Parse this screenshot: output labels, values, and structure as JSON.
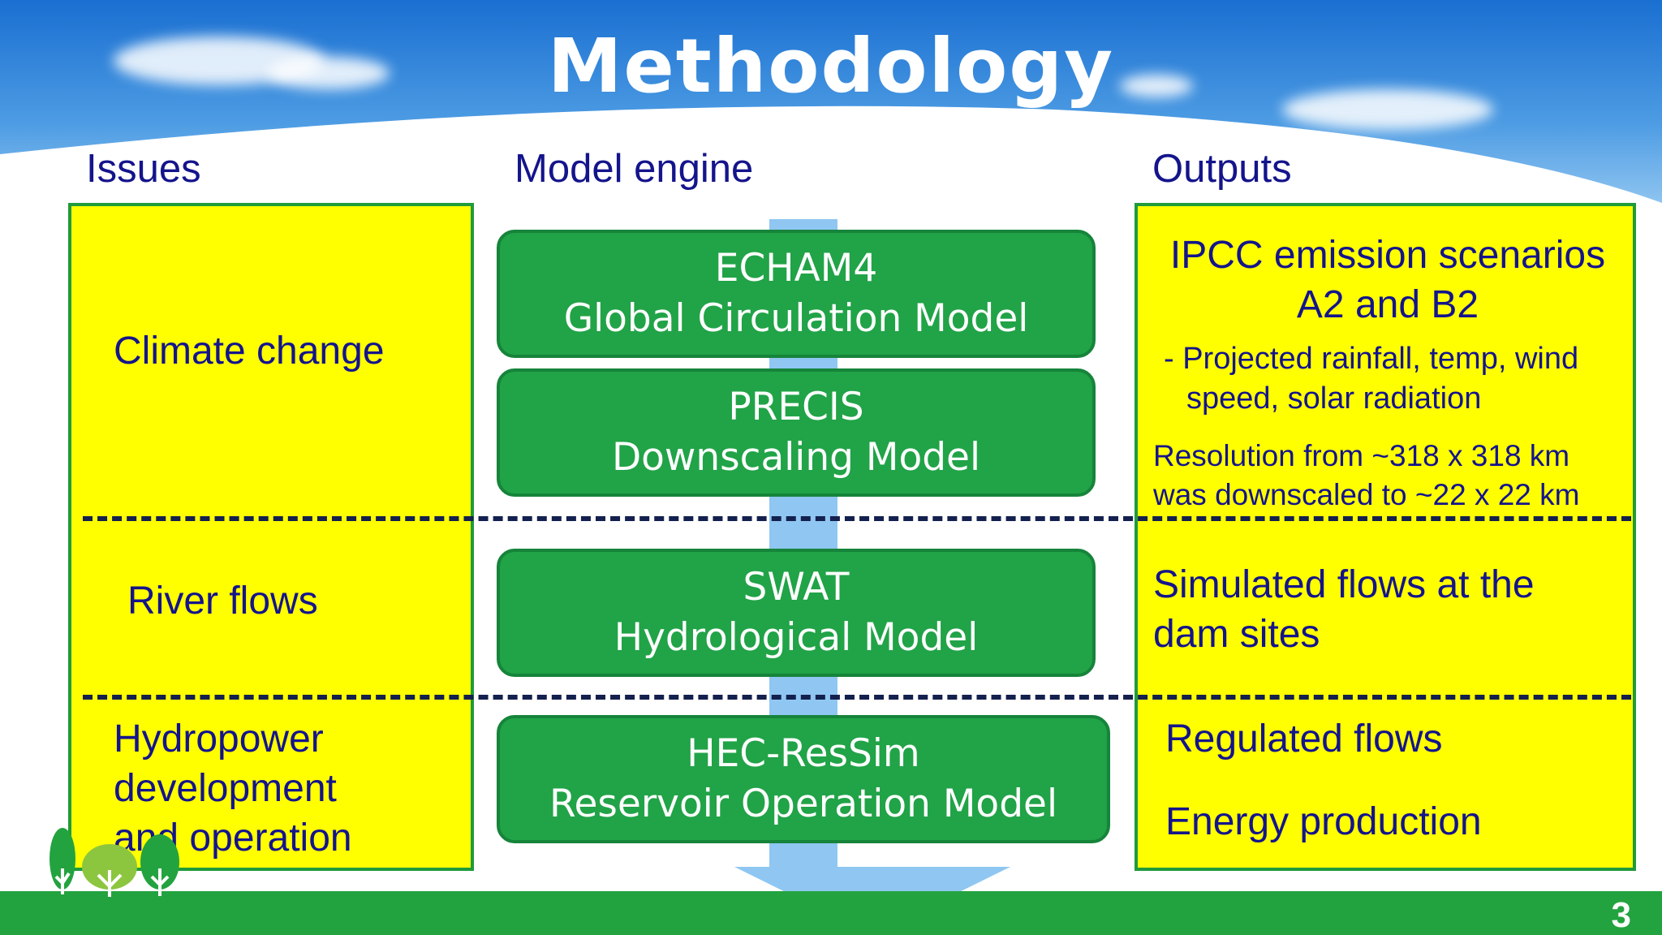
{
  "slide": {
    "title": "Methodology",
    "page_number": "3"
  },
  "columns": {
    "issues_header": "Issues",
    "engine_header": "Model engine",
    "outputs_header": "Outputs"
  },
  "issues": [
    "Climate change",
    "River flows",
    "Hydropower development and operation"
  ],
  "issues_lines": {
    "hydro_line1": "Hydropower",
    "hydro_line2": "development",
    "hydro_line3": "and operation"
  },
  "models": [
    {
      "name": "ECHAM4",
      "description": "Global Circulation Model"
    },
    {
      "name": "PRECIS",
      "description": "Downscaling Model"
    },
    {
      "name": "SWAT",
      "description": "Hydrological Model"
    },
    {
      "name": "HEC-ResSim",
      "description": "Reservoir Operation Model"
    }
  ],
  "outputs": {
    "climate": {
      "heading_line1": "IPCC emission scenarios",
      "heading_line2": "A2 and B2",
      "bullet_line1": "- Projected rainfall, temp, wind",
      "bullet_line2": "speed, solar radiation",
      "resolution_line1": "Resolution from ~318 x 318 km",
      "resolution_line2": "was downscaled to ~22 x 22 km"
    },
    "flows_line1": "Simulated flows at the",
    "flows_line2": "dam sites",
    "regulated": "Regulated flows",
    "energy": "Energy production"
  },
  "colors": {
    "box_yellow": "#ffff00",
    "model_green": "#21a347",
    "text_navy": "#14148c",
    "arrow_blue": "#8fc7f2",
    "ground_green": "#23a33f"
  },
  "icons": [
    "arrow-down-icon",
    "tree-logo-icon"
  ]
}
